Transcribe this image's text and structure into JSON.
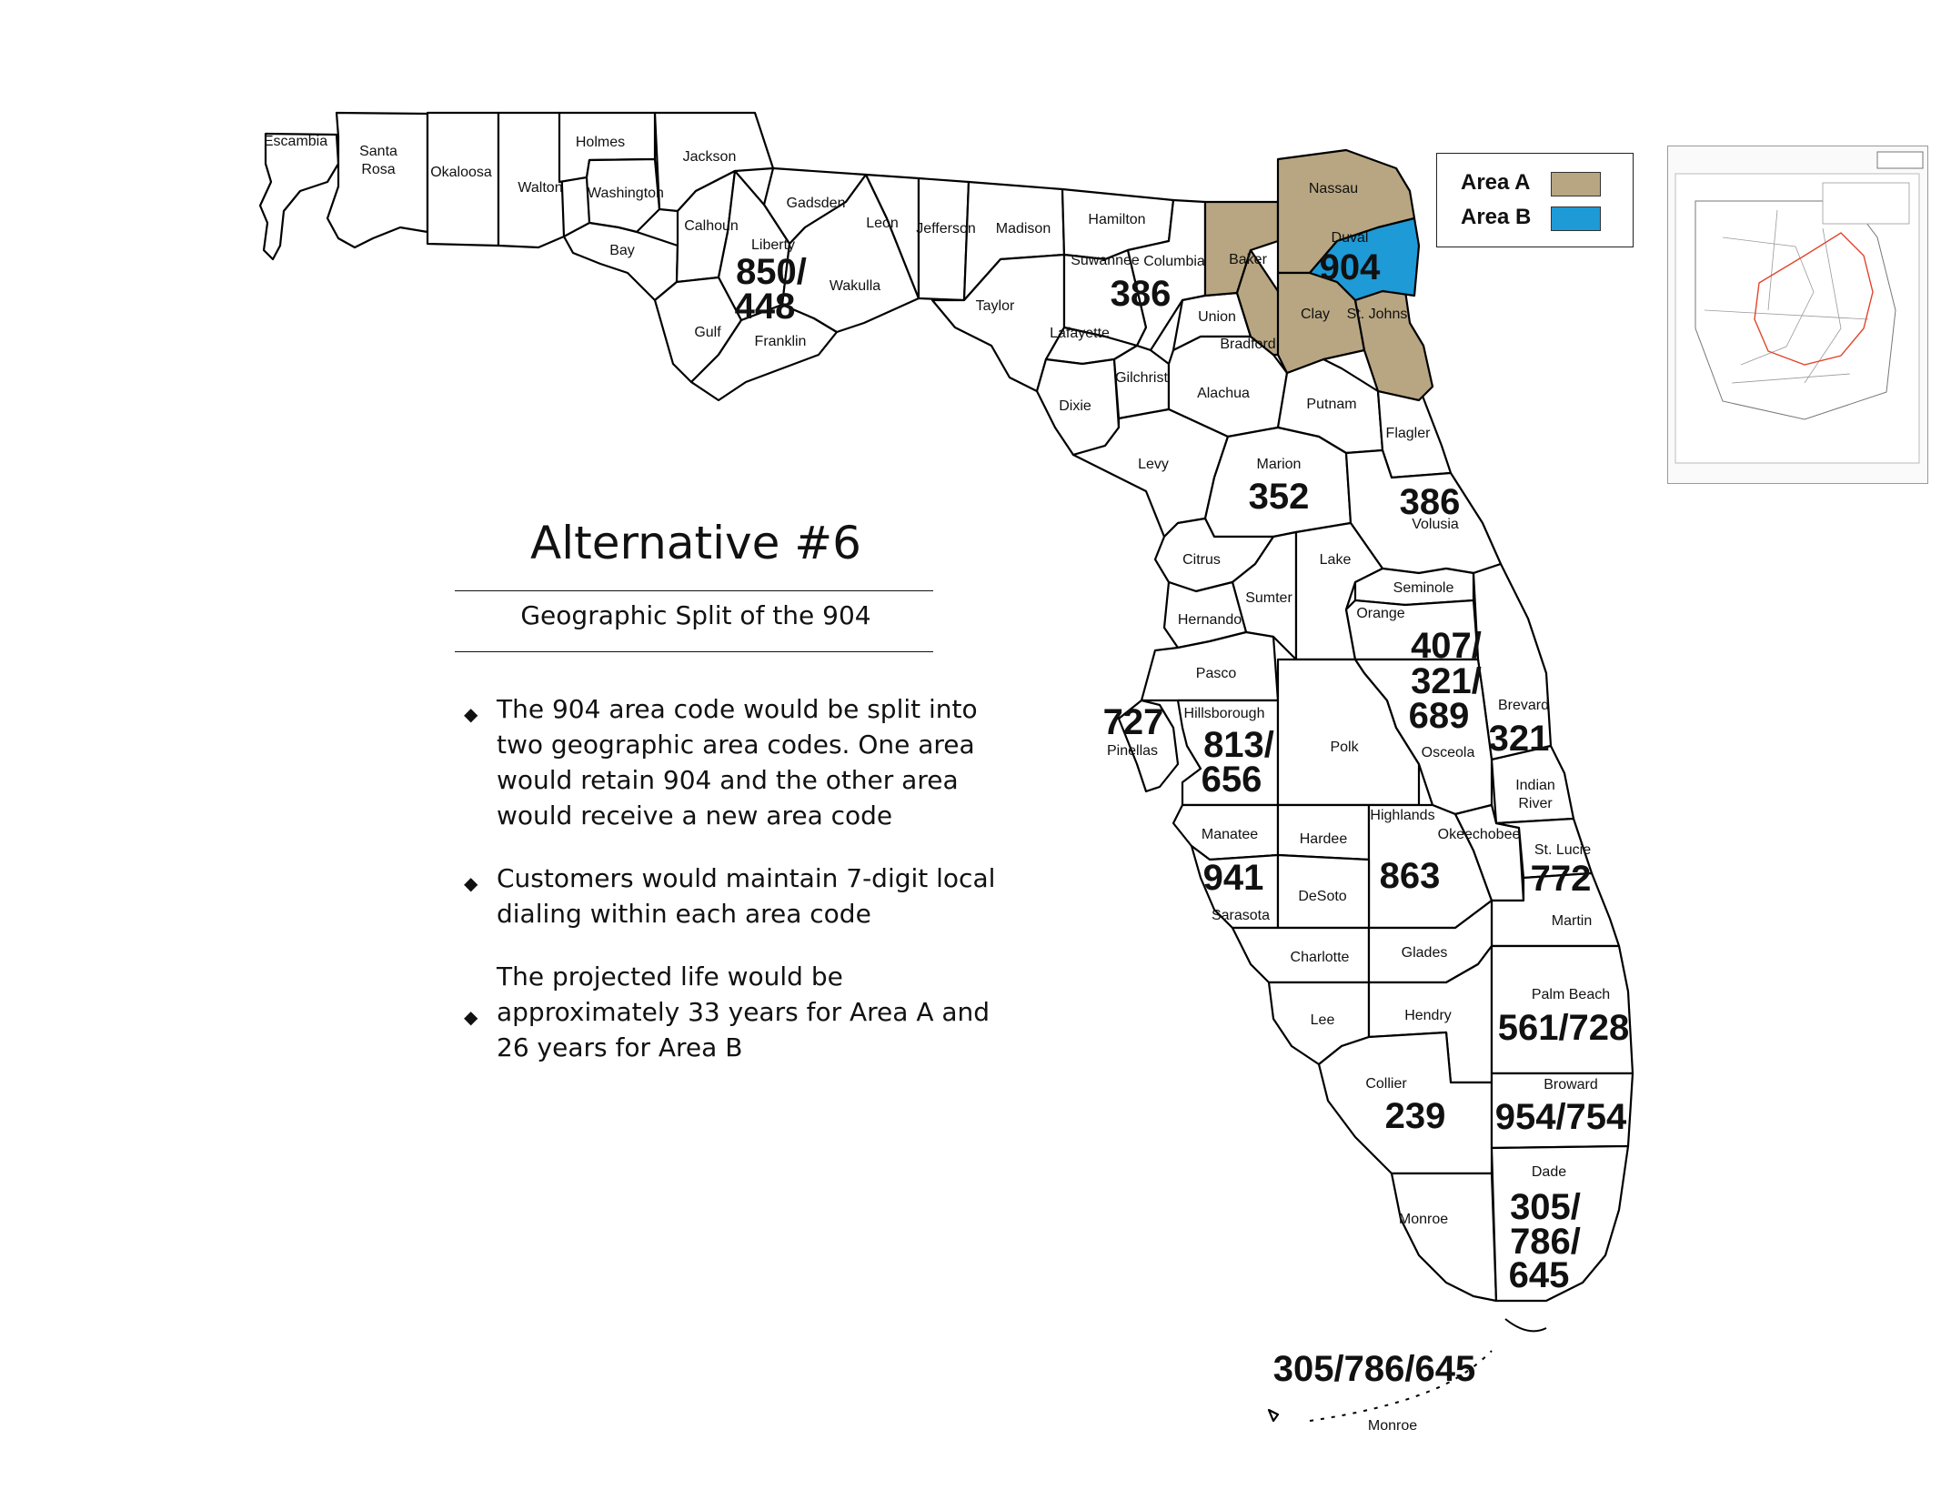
{
  "title": "Alternative #6",
  "subtitle": "Geographic Split of the 904",
  "bullets": [
    "The 904 area code would be split into two geographic area codes. One area would retain 904 and the other area would receive a new area code",
    "Customers would maintain 7-digit local dialing within each area code",
    "The projected life would be approximately 33 years for Area A and 26 years for Area B"
  ],
  "bullet_marker": "◆",
  "legend": {
    "items": [
      {
        "label": "Area A",
        "color": "#b8a682"
      },
      {
        "label": "Area B",
        "color": "#1e9ad6"
      }
    ]
  },
  "colors": {
    "area_a": "#b8a682",
    "area_b": "#1e9ad6",
    "county_fill": "#ffffff",
    "border": "#000000"
  },
  "counties": {
    "escambia": "Escambia",
    "santa_rosa_1": "Santa",
    "santa_rosa_2": "Rosa",
    "okaloosa": "Okaloosa",
    "walton": "Walton",
    "holmes": "Holmes",
    "washington": "Washington",
    "jackson": "Jackson",
    "bay": "Bay",
    "calhoun": "Calhoun",
    "gadsden": "Gadsden",
    "liberty": "Liberty",
    "gulf": "Gulf",
    "franklin": "Franklin",
    "wakulla": "Wakulla",
    "leon": "Leon",
    "jefferson": "Jefferson",
    "madison": "Madison",
    "taylor": "Taylor",
    "hamilton": "Hamilton",
    "suwannee": "Suwannee",
    "lafayette": "Lafayette",
    "columbia": "Columbia",
    "dixie": "Dixie",
    "gilchrist": "Gilchrist",
    "baker": "Baker",
    "union": "Union",
    "bradford": "Bradford",
    "nassau": "Nassau",
    "duval": "Duval",
    "clay": "Clay",
    "st_johns": "St. Johns",
    "alachua": "Alachua",
    "putnam": "Putnam",
    "flagler": "Flagler",
    "levy": "Levy",
    "marion": "Marion",
    "volusia": "Volusia",
    "citrus": "Citrus",
    "lake": "Lake",
    "seminole": "Seminole",
    "sumter": "Sumter",
    "hernando": "Hernando",
    "orange": "Orange",
    "pasco": "Pasco",
    "hillsborough": "Hillsborough",
    "pinellas": "Pinellas",
    "polk": "Polk",
    "osceola": "Osceola",
    "brevard": "Brevard",
    "indian_river_1": "Indian",
    "indian_river_2": "River",
    "manatee": "Manatee",
    "hardee": "Hardee",
    "highlands": "Highlands",
    "okeechobee": "Okeechobee",
    "st_lucie": "St. Lucie",
    "desoto": "DeSoto",
    "sarasota": "Sarasota",
    "martin": "Martin",
    "charlotte": "Charlotte",
    "glades": "Glades",
    "palm_beach": "Palm Beach",
    "lee": "Lee",
    "hendry": "Hendry",
    "collier": "Collier",
    "broward": "Broward",
    "dade": "Dade",
    "monroe": "Monroe",
    "monroe_keys": "Monroe"
  },
  "area_codes": {
    "c850": [
      "850/",
      "448"
    ],
    "c386_n": "386",
    "c904": "904",
    "c352": "352",
    "c386_v": "386",
    "c407": [
      "407/",
      "321/",
      "689"
    ],
    "c727": "727",
    "c813": [
      "813/",
      "656"
    ],
    "c321": "321",
    "c941": "941",
    "c863": "863",
    "c772": "772",
    "c561": "561/728",
    "c239": "239",
    "c954": "954/754",
    "c305": [
      "305/",
      "786/",
      "645"
    ],
    "c305_keys": "305/786/645"
  }
}
